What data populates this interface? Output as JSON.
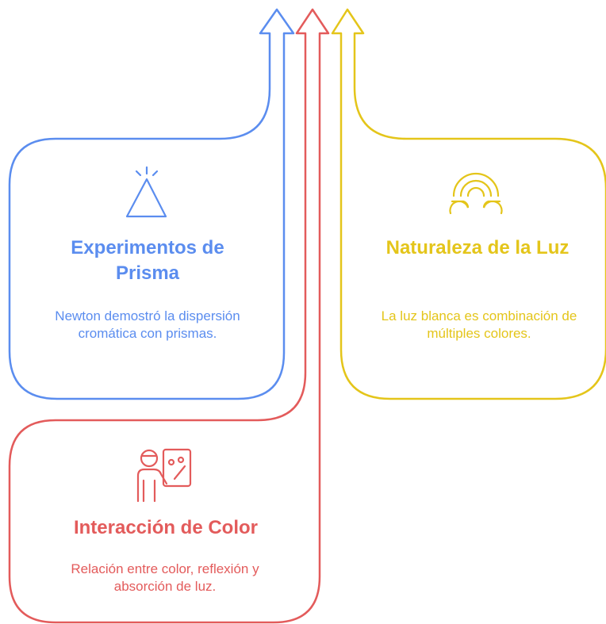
{
  "colors": {
    "blue": "#5B8DEF",
    "red": "#E35B5B",
    "yellow": "#E4C51A"
  },
  "cards": {
    "prism": {
      "title": "Experimentos de Prisma",
      "description": "Newton demostró la dispersión cromática con prismas.",
      "icon": "prism-triangle-icon"
    },
    "light": {
      "title": "Naturaleza de la Luz",
      "description": "La luz blanca es combinación de múltiples colores.",
      "icon": "rainbow-icon"
    },
    "color": {
      "title": "Interacción de Color",
      "description": "Relación entre color, reflexión y absorción de luz.",
      "icon": "painter-palette-icon"
    }
  }
}
